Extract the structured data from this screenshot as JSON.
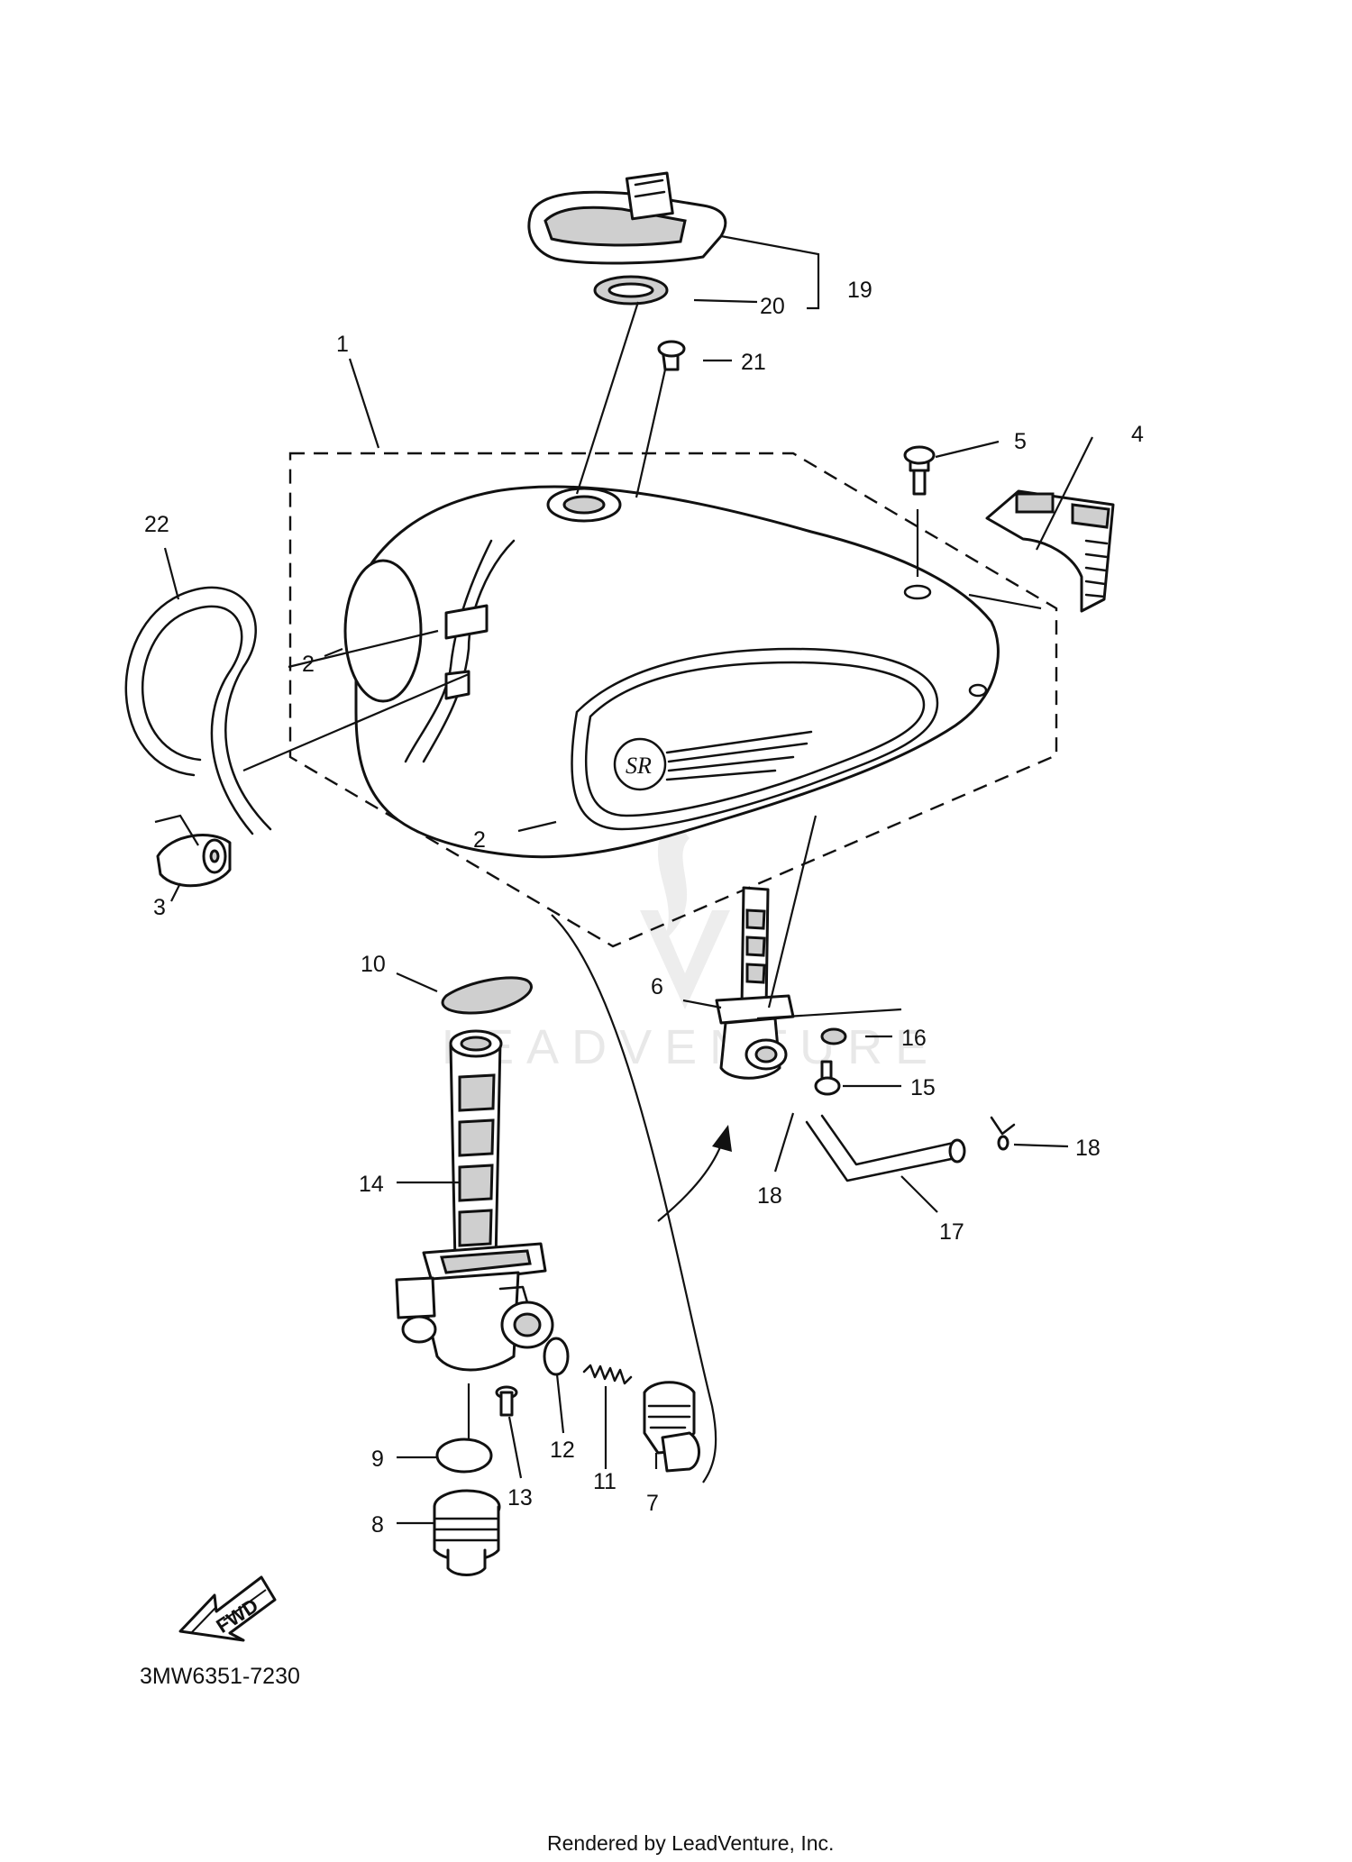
{
  "diagram": {
    "callouts": [
      "1",
      "2",
      "2",
      "3",
      "4",
      "5",
      "6",
      "7",
      "8",
      "9",
      "10",
      "11",
      "12",
      "13",
      "14",
      "15",
      "16",
      "17",
      "18",
      "18",
      "19",
      "20",
      "21",
      "22"
    ],
    "part_number": "3MW6351-7230",
    "direction_label": "FWD",
    "watermark": "LEADVENTURE",
    "footer": "Rendered by LeadVenture, Inc."
  }
}
